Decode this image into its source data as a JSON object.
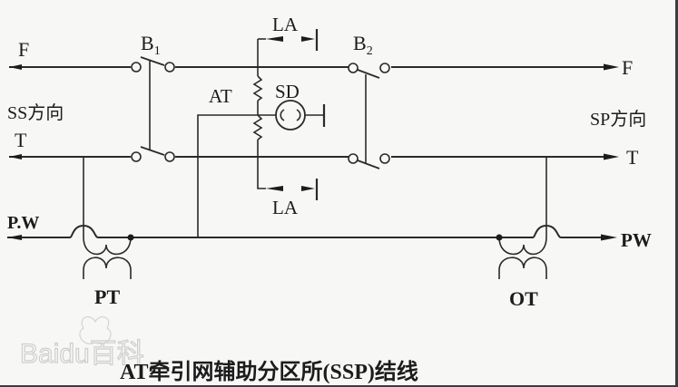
{
  "diagram": {
    "caption": "AT牵引网辅助分区所(SSP)结线",
    "left_direction": "SS方向",
    "right_direction": "SP方向",
    "lines": {
      "feeder_left": "F",
      "feeder_right": "F",
      "trolley_left": "T",
      "trolley_right": "T",
      "protective_left": "P.W",
      "protective_right": "PW"
    },
    "components": {
      "breaker_1": {
        "label": "B",
        "subscript": "1"
      },
      "breaker_2": {
        "label": "B",
        "subscript": "2"
      },
      "autotransformer": "AT",
      "surge_discharger": "SD",
      "arrester_top": "LA",
      "arrester_bottom": "LA",
      "potential_transformer": "PT",
      "other_transformer": "OT"
    },
    "watermark": "Baidu百科",
    "colors": {
      "background": "#f7f7f6",
      "ink": "#1c1c1c",
      "border": "#3a3d42",
      "watermark": "#cfcfcf"
    }
  }
}
